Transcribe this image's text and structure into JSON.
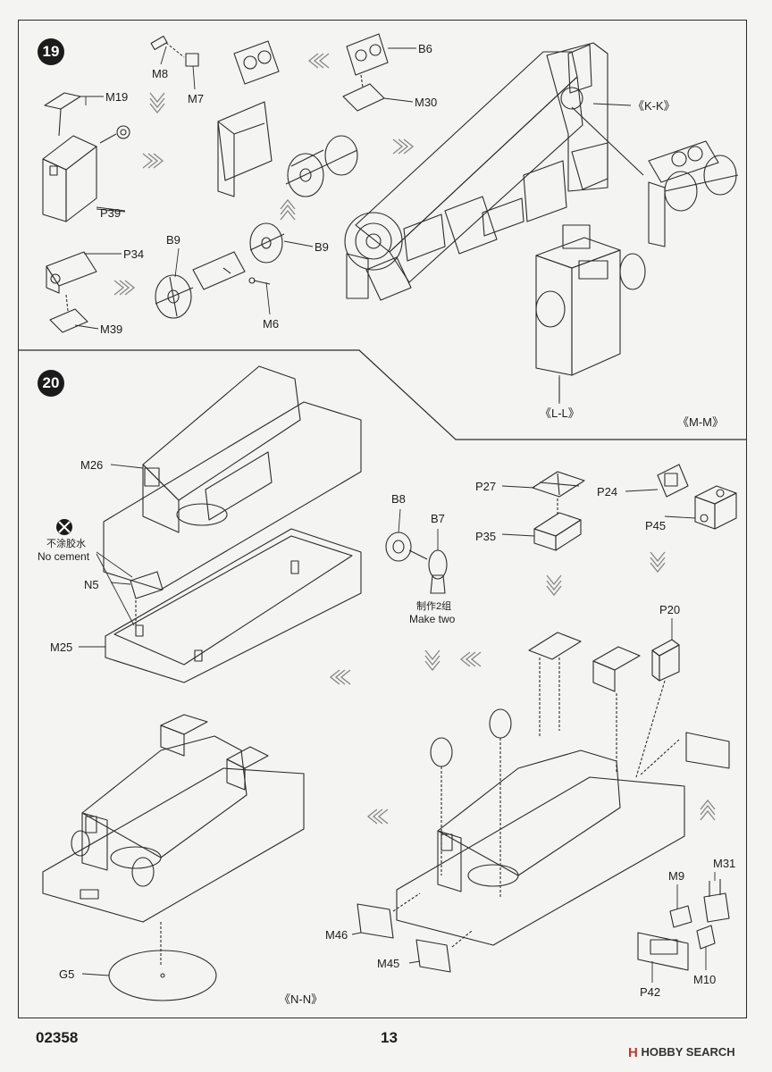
{
  "steps": [
    "19",
    "20"
  ],
  "step19_labels": {
    "m8": "M8",
    "m7": "M7",
    "m19": "M19",
    "b6": "B6",
    "m30": "M30",
    "kk": "《K-K》",
    "p39": "P39",
    "p34": "P34",
    "b9a": "B9",
    "b9b": "B9",
    "m6": "M6",
    "m39": "M39",
    "ll": "《L-L》",
    "mm": "《M-M》"
  },
  "step20_labels": {
    "m26": "M26",
    "no_cement_cn": "不涂胶水",
    "no_cement": "No cement",
    "n5": "N5",
    "m25": "M25",
    "b8": "B8",
    "b7": "B7",
    "make_two_cn": "制作2组",
    "make_two": "Make two",
    "p27": "P27",
    "p24": "P24",
    "p35": "P35",
    "p45": "P45",
    "p20": "P20",
    "m31": "M31",
    "m9": "M9",
    "m46": "M46",
    "m45": "M45",
    "g5": "G5",
    "m10": "M10",
    "p42": "P42",
    "nn": "《N-N》"
  },
  "footer": {
    "code": "02358",
    "page": "13"
  },
  "watermark": {
    "logo": "H",
    "text": "HOBBY SEARCH"
  },
  "colors": {
    "line": "#2b2b2b",
    "arrow": "#8a8a8a",
    "faint": "#cfcfcf",
    "brand": "#c0392b"
  }
}
